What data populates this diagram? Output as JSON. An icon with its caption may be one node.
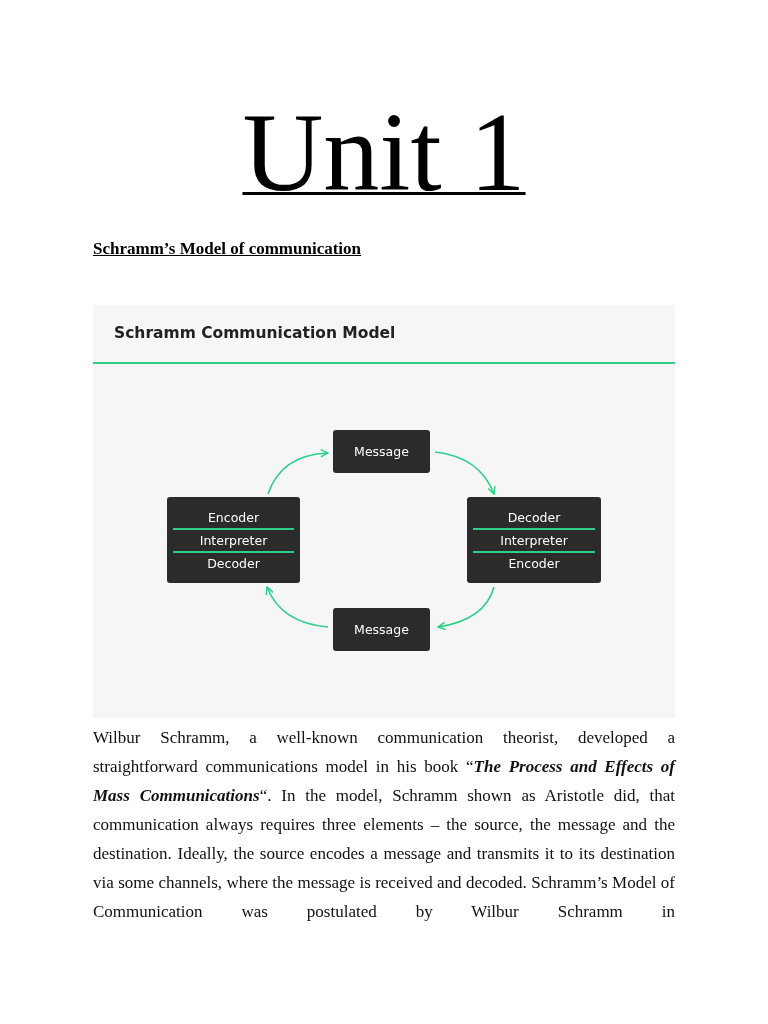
{
  "diagram": {
    "title": "Unit 1",
    "nodes": [
      {
        "text": [
          "Message"
        ]
      },
      {
        "text": [
          "Encoder",
          "Interpreter",
          "Decoder"
        ]
      },
      {
        "text": [
          "Decoder",
          "Interpreter",
          "Encoder"
        ]
      },
      {
        "text": [
          "Message"
        ]
      }
    ],
    "edges": [
      {
        "from": 1,
        "to": 0,
        "arrow": "to"
      },
      {
        "from": 0,
        "to": 2,
        "arrow": "to"
      },
      {
        "from": 2,
        "to": 3,
        "arrow": "to"
      },
      {
        "from": 3,
        "to": 1,
        "arrow": "to"
      }
    ],
    "labels": [
      "Schramm’s Model of communication",
      "Schramm Communication Model",
      "Wilbur Schramm, a well-known communication theorist, developed a straightforward communications model in his book “**The Process and Effects of Mass Communications**“. In the model, Schramm shown as Aristotle did, that communication always requires three elements – the source, the message and the destination. Ideally, the source encodes a message and transmits it to its destination via some channels, where the message is received and decoded. Schramm’s Model of Communication was postulated by Wilbur Schramm in"
    ]
  }
}
